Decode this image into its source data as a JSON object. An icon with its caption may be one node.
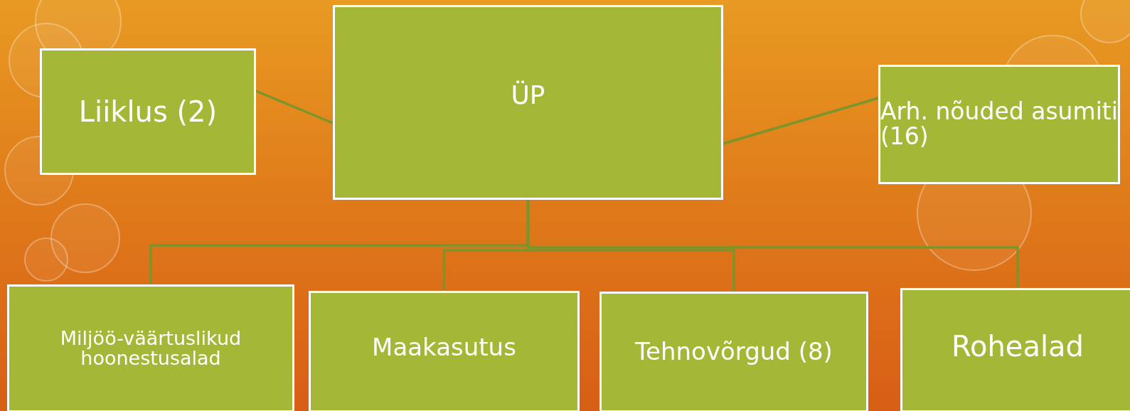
{
  "diagram": {
    "nodes": [
      {
        "text": [
          "ÜP"
        ]
      },
      {
        "text": [
          "Liiklus (2)"
        ]
      },
      {
        "text": [
          "Arh. nõuded asumiti (16)"
        ]
      },
      {
        "text": [
          "Miljöö-väärtuslikud hoonestusalad"
        ]
      },
      {
        "text": [
          "Maakasutus"
        ]
      },
      {
        "text": [
          "Tehnovõrgud (8)"
        ]
      },
      {
        "text": [
          "Rohealad"
        ]
      }
    ],
    "edges": [
      {
        "from": 0,
        "to": 1,
        "arrow": "none"
      },
      {
        "from": 0,
        "to": 2,
        "arrow": "none"
      },
      {
        "from": 0,
        "to": 3,
        "arrow": "none"
      },
      {
        "from": 0,
        "to": 4,
        "arrow": "none"
      },
      {
        "from": 0,
        "to": 5,
        "arrow": "none"
      },
      {
        "from": 0,
        "to": 6,
        "arrow": "none"
      }
    ]
  }
}
